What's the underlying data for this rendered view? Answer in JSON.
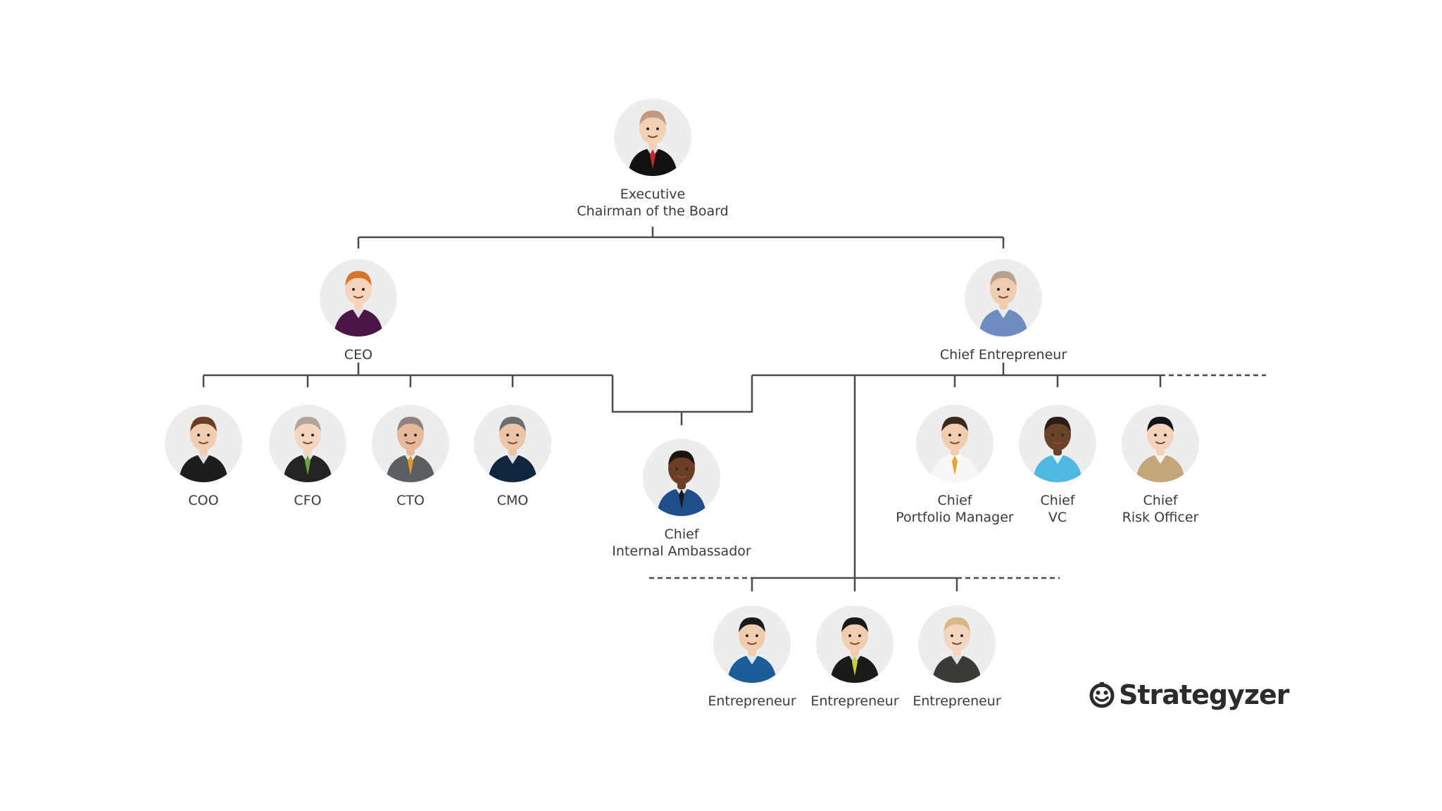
{
  "nodes": [
    {
      "id": "chairman",
      "lines": [
        "Executive",
        "Chairman of the Board"
      ],
      "skin": "#f3d1b4",
      "hair": "#c49a7f",
      "shirt": "#111111",
      "tie": "#c62828"
    },
    {
      "id": "ceo",
      "lines": [
        "CEO"
      ],
      "skin": "#f6d5bc",
      "hair": "#d8742a",
      "shirt": "#4a1646",
      "tie": ""
    },
    {
      "id": "chief-entrepreneur",
      "lines": [
        "Chief Entrepreneur"
      ],
      "skin": "#f1cdb0",
      "hair": "#b9a08a",
      "shirt": "#6f8cc1",
      "tie": ""
    },
    {
      "id": "coo",
      "lines": [
        "COO"
      ],
      "skin": "#f1cdb0",
      "hair": "#6b3e23",
      "shirt": "#1d1d1d",
      "tie": ""
    },
    {
      "id": "cfo",
      "lines": [
        "CFO"
      ],
      "skin": "#f4d6c0",
      "hair": "#b0a49b",
      "shirt": "#242424",
      "tie": "#6aa63a"
    },
    {
      "id": "cto",
      "lines": [
        "CTO"
      ],
      "skin": "#e7b89a",
      "hair": "#8c8480",
      "shirt": "#5b5f63",
      "tie": "#e09a2a"
    },
    {
      "id": "cmo",
      "lines": [
        "CMO"
      ],
      "skin": "#ecc5a6",
      "hair": "#6d6d6d",
      "shirt": "#10263d",
      "tie": ""
    },
    {
      "id": "chief-internal-ambassador",
      "lines": [
        "Chief",
        "Internal Ambassador"
      ],
      "skin": "#6b3f26",
      "hair": "#1d1410",
      "shirt": "#1f4f8a",
      "tie": "#1a1a1a"
    },
    {
      "id": "chief-portfolio-manager",
      "lines": [
        "Chief",
        "Portfolio Manager"
      ],
      "skin": "#f1cdb0",
      "hair": "#3a2a20",
      "shirt": "#f7f7f7",
      "tie": "#e3a52b"
    },
    {
      "id": "chief-vc",
      "lines": [
        "Chief",
        "VC"
      ],
      "skin": "#6a4227",
      "hair": "#2a1d16",
      "shirt": "#4fb8e2",
      "tie": ""
    },
    {
      "id": "chief-risk-officer",
      "lines": [
        "Chief",
        "Risk Officer"
      ],
      "skin": "#f4d3bc",
      "hair": "#141414",
      "shirt": "#c4a67c",
      "tie": ""
    },
    {
      "id": "entrepreneur-1",
      "lines": [
        "Entrepreneur"
      ],
      "skin": "#f1cdb0",
      "hair": "#1a1a1a",
      "shirt": "#1b5d96",
      "tie": ""
    },
    {
      "id": "entrepreneur-2",
      "lines": [
        "Entrepreneur"
      ],
      "skin": "#f1cdb0",
      "hair": "#1a1a1a",
      "shirt": "#1a1a1a",
      "tie": "#c3d33a"
    },
    {
      "id": "entrepreneur-3",
      "lines": [
        "Entrepreneur"
      ],
      "skin": "#f4d6c0",
      "hair": "#d9b886",
      "shirt": "#3a3a36",
      "tie": ""
    }
  ],
  "edges": [
    {
      "from": "chairman",
      "to": "ceo",
      "style": "solid"
    },
    {
      "from": "chairman",
      "to": "chief-entrepreneur",
      "style": "solid"
    },
    {
      "from": "ceo",
      "to": "coo",
      "style": "solid"
    },
    {
      "from": "ceo",
      "to": "cfo",
      "style": "solid"
    },
    {
      "from": "ceo",
      "to": "cto",
      "style": "solid"
    },
    {
      "from": "ceo",
      "to": "cmo",
      "style": "solid"
    },
    {
      "from": "ceo",
      "to": "chief-internal-ambassador",
      "style": "solid"
    },
    {
      "from": "chief-entrepreneur",
      "to": "chief-internal-ambassador",
      "style": "solid"
    },
    {
      "from": "chief-entrepreneur",
      "to": "chief-portfolio-manager",
      "style": "solid"
    },
    {
      "from": "chief-entrepreneur",
      "to": "chief-vc",
      "style": "solid"
    },
    {
      "from": "chief-entrepreneur",
      "to": "chief-risk-officer",
      "style": "solid"
    },
    {
      "from": "chief-entrepreneur",
      "to": "entrepreneur-1",
      "style": "solid"
    },
    {
      "from": "chief-entrepreneur",
      "to": "entrepreneur-2",
      "style": "solid"
    },
    {
      "from": "chief-entrepreneur",
      "to": "entrepreneur-3",
      "style": "solid"
    }
  ],
  "colors": {
    "line": "#4a4a4a",
    "text": "#3a3a3a",
    "avatar_bg": "#ededee",
    "logo": "#2b2b2b"
  },
  "logo": {
    "text": "Strategyzer",
    "icon": "strategyzer-smile-icon"
  }
}
